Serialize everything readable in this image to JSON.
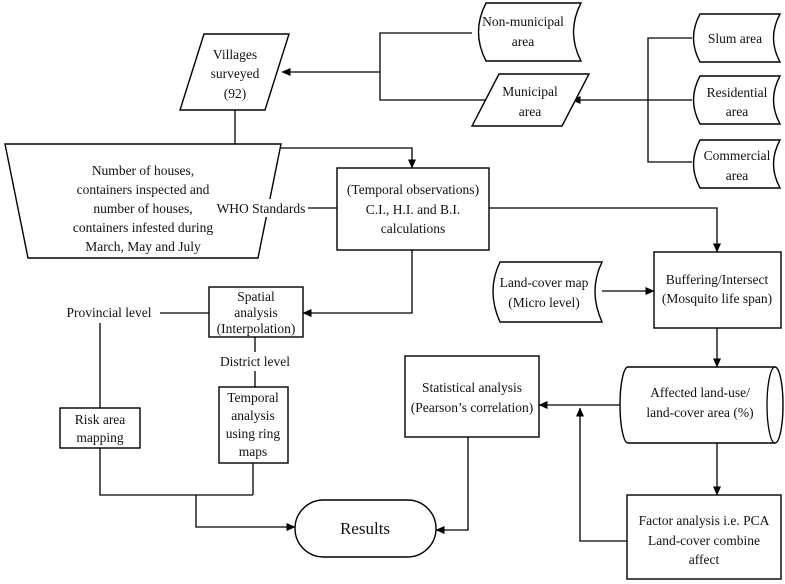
{
  "nodes": {
    "villages": [
      "Villages",
      "surveyed",
      "(92)"
    ],
    "non_municipal": [
      "Non-municipal",
      "area"
    ],
    "municipal": [
      "Municipal",
      "area"
    ],
    "slum": [
      "Slum area"
    ],
    "residential": [
      "Residential",
      "area"
    ],
    "commercial": [
      "Commercial",
      "area"
    ],
    "houses": [
      "Number of houses,",
      "containers inspected and",
      "number of houses,",
      "containers infested during",
      "March, May and July"
    ],
    "temporal_obs": [
      "(Temporal observations)",
      "C.I., H.I. and B.I.",
      "calculations"
    ],
    "land_cover_map": [
      "Land-cover map",
      "(Micro level)"
    ],
    "buffering": [
      "Buffering/Intersect",
      "(Mosquito life span)"
    ],
    "spatial": [
      "Spatial",
      "analysis",
      "(Interpolation)"
    ],
    "risk_mapping": [
      "Risk area",
      "mapping"
    ],
    "temporal_ring": [
      "Temporal",
      "analysis",
      "using ring",
      "maps"
    ],
    "statistical": [
      "Statistical analysis",
      "(Pearson’s correlation)"
    ],
    "affected": [
      "Affected land-use/",
      "land-cover  area (%)"
    ],
    "factor": [
      "Factor analysis i.e. PCA",
      "Land-cover combine",
      "affect"
    ],
    "results": [
      "Results"
    ]
  },
  "edge_labels": {
    "who": "WHO Standards",
    "provincial": "Provincial level",
    "district": "District level"
  }
}
